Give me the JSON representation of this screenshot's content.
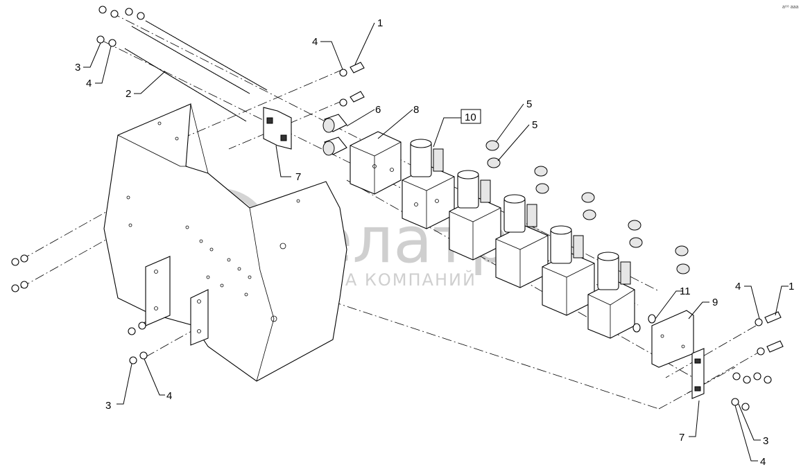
{
  "watermark": {
    "brand": "белатро",
    "subtitle": "ГРУППА КОМПАНИЙ"
  },
  "corner_mark": "a⁸⁸ aaa",
  "callouts": {
    "c1_top": "1",
    "c1_right": "1",
    "c2": "2",
    "c3_topleft": "3",
    "c3_bottomleft": "3",
    "c3_bottomright": "3",
    "c4_topleft": "4",
    "c4_upper": "4",
    "c4_bottomleft": "4",
    "c4_right": "4",
    "c4_bottomright": "4",
    "c5_a": "5",
    "c5_b": "5",
    "c6": "6",
    "c7_left": "7",
    "c7_right": "7",
    "c8": "8",
    "c9": "9",
    "c10": "10",
    "c11": "11"
  }
}
